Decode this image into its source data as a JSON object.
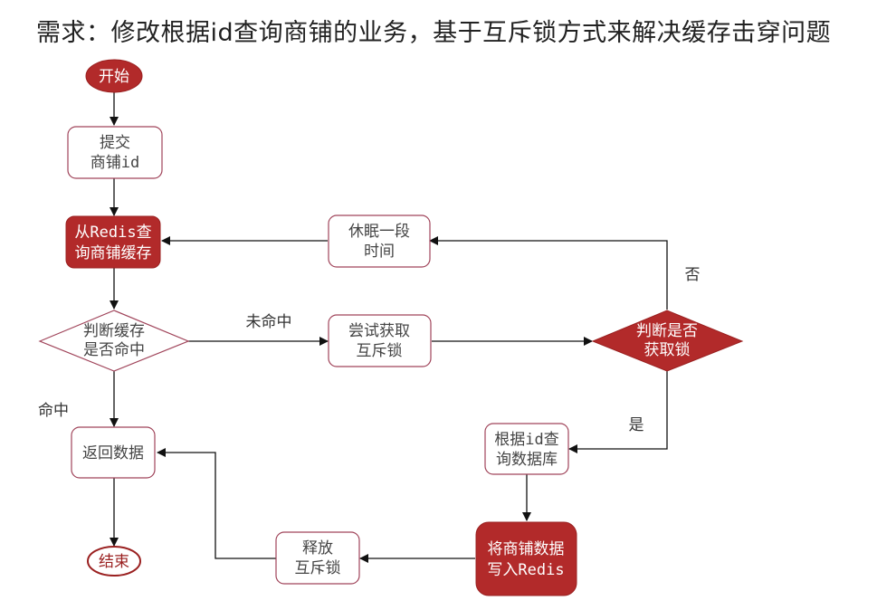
{
  "title": "需求：修改根据id查询商铺的业务，基于互斥锁方式来解决缓存击穿问题",
  "colors": {
    "accent": "#b22a2a",
    "border": "#a0445a",
    "text": "#444444",
    "line": "#111111"
  },
  "nodes": {
    "start": [
      "开始"
    ],
    "submit": [
      "提交",
      "商铺id"
    ],
    "query_redis": [
      "从Redis查",
      "询商铺缓存"
    ],
    "check_cache": [
      "判断缓存",
      "是否命中"
    ],
    "sleep": [
      "休眠一段",
      "时间"
    ],
    "try_lock": [
      "尝试获取",
      "互斥锁"
    ],
    "check_lock": [
      "判断是否",
      "获取锁"
    ],
    "query_db": [
      "根据id查",
      "询数据库"
    ],
    "write_redis": [
      "将商铺数据",
      "写入Redis"
    ],
    "release_lock": [
      "释放",
      "互斥锁"
    ],
    "return_data": [
      "返回数据"
    ],
    "end": [
      "结束"
    ]
  },
  "edge_labels": {
    "miss": "未命中",
    "hit": "命中",
    "no": "否",
    "yes": "是"
  }
}
